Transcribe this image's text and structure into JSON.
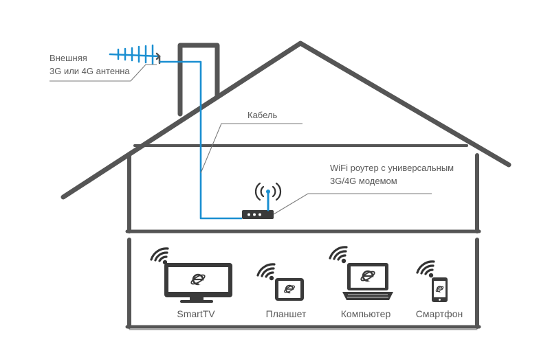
{
  "labels": {
    "antenna_line1": "Внешняя",
    "antenna_line2": "3G или 4G антенна",
    "cable": "Кабель",
    "router_line1": "WiFi роутер с универсальным",
    "router_line2": "3G/4G модемом"
  },
  "devices": [
    {
      "id": "smarttv",
      "label": "SmartTV",
      "icon": "tv-icon"
    },
    {
      "id": "tablet",
      "label": "Планшет",
      "icon": "tablet-icon"
    },
    {
      "id": "laptop",
      "label": "Компьютер",
      "icon": "laptop-icon"
    },
    {
      "id": "phone",
      "label": "Смартфон",
      "icon": "smartphone-icon"
    }
  ],
  "colors": {
    "outline": "#555555",
    "cable": "#1a8fd1",
    "text": "#5a5a5a",
    "wifi": "#333333"
  }
}
